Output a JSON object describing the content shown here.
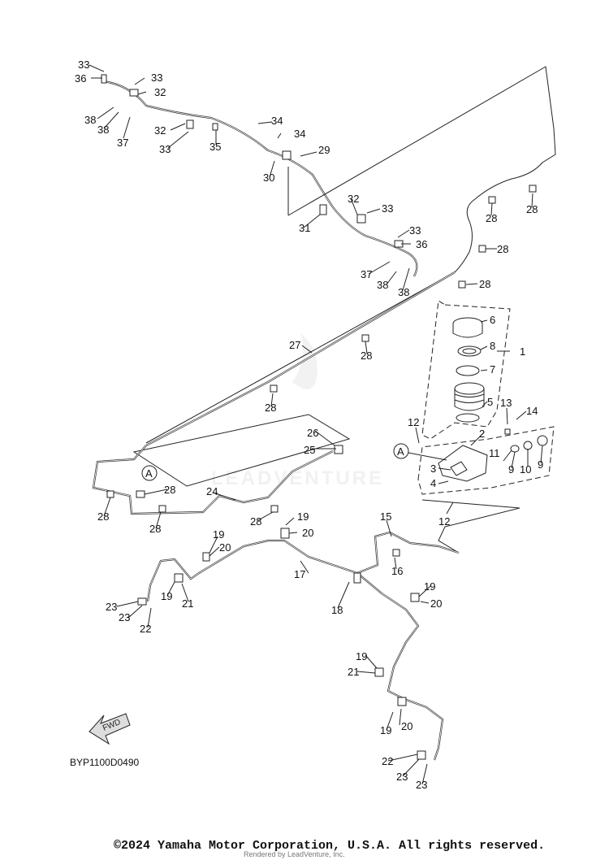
{
  "diagram": {
    "code": "BYP1100D0490",
    "direction_label": "FWD",
    "ref_label": "A",
    "watermark_text": "LEADVENTURE",
    "callouts": [
      "1",
      "2",
      "3",
      "4",
      "5",
      "6",
      "7",
      "8",
      "9",
      "10",
      "11",
      "12",
      "13",
      "14",
      "15",
      "16",
      "17",
      "18",
      "19",
      "20",
      "21",
      "22",
      "23",
      "24",
      "25",
      "26",
      "27",
      "28",
      "29",
      "30",
      "31",
      "32",
      "33",
      "34",
      "35",
      "36",
      "37",
      "38"
    ]
  },
  "footer": {
    "copyright": "©2024 Yamaha Motor Corporation, U.S.A. All rights reserved.",
    "rendered_by": "Rendered by LeadVenture, Inc."
  }
}
